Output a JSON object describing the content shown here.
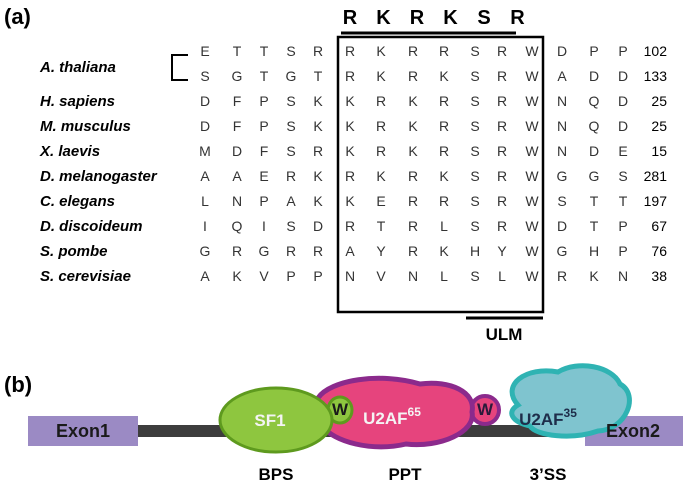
{
  "panel_a": {
    "label": "(a)",
    "motif": [
      "R",
      "K",
      "R",
      "K",
      "S",
      "R"
    ],
    "ulm_label": "ULM",
    "rows": [
      {
        "species": "A. thaliana",
        "residues": [
          "E",
          "T",
          "T",
          "S",
          "R",
          "R",
          "K",
          "R",
          "R",
          "S",
          "R",
          "W",
          "D",
          "P",
          "P"
        ],
        "count": "102"
      },
      {
        "species": "",
        "residues": [
          "S",
          "G",
          "T",
          "G",
          "T",
          "R",
          "K",
          "R",
          "K",
          "S",
          "R",
          "W",
          "A",
          "D",
          "D"
        ],
        "count": "133"
      },
      {
        "species": "H. sapiens",
        "residues": [
          "D",
          "F",
          "P",
          "S",
          "K",
          "K",
          "R",
          "K",
          "R",
          "S",
          "R",
          "W",
          "N",
          "Q",
          "D"
        ],
        "count": "25"
      },
      {
        "species": "M. musculus",
        "residues": [
          "D",
          "F",
          "P",
          "S",
          "K",
          "K",
          "R",
          "K",
          "R",
          "S",
          "R",
          "W",
          "N",
          "Q",
          "D"
        ],
        "count": "25"
      },
      {
        "species": "X. laevis",
        "residues": [
          "M",
          "D",
          "F",
          "S",
          "R",
          "K",
          "R",
          "K",
          "R",
          "S",
          "R",
          "W",
          "N",
          "D",
          "E"
        ],
        "count": "15"
      },
      {
        "species": "D. melanogaster",
        "residues": [
          "A",
          "A",
          "E",
          "R",
          "K",
          "R",
          "K",
          "R",
          "K",
          "S",
          "R",
          "W",
          "G",
          "G",
          "S"
        ],
        "count": "281"
      },
      {
        "species": "C. elegans",
        "residues": [
          "L",
          "N",
          "P",
          "A",
          "K",
          "K",
          "E",
          "R",
          "R",
          "S",
          "R",
          "W",
          "S",
          "T",
          "T"
        ],
        "count": "197"
      },
      {
        "species": "D. discoideum",
        "residues": [
          "I",
          "Q",
          "I",
          "S",
          "D",
          "R",
          "T",
          "R",
          "L",
          "S",
          "R",
          "W",
          "D",
          "T",
          "P"
        ],
        "count": "67"
      },
      {
        "species": "S. pombe",
        "residues": [
          "G",
          "R",
          "G",
          "R",
          "R",
          "A",
          "Y",
          "R",
          "K",
          "H",
          "Y",
          "W",
          "G",
          "H",
          "P"
        ],
        "count": "76"
      },
      {
        "species": "S. cerevisiae",
        "residues": [
          "A",
          "K",
          "V",
          "P",
          "P",
          "N",
          "V",
          "N",
          "L",
          "S",
          "L",
          "W",
          "R",
          "K",
          "N"
        ],
        "count": "38"
      }
    ]
  },
  "panel_b": {
    "label": "(b)",
    "exon1": "Exon1",
    "exon2": "Exon2",
    "sf1": "SF1",
    "w": "W",
    "u2af65_base": "U2AF",
    "u2af65_sup": "65",
    "u2af35_base": "U2AF",
    "u2af35_sup": "35",
    "sites": [
      "BPS",
      "PPT",
      "3’SS"
    ],
    "colors": {
      "exon": "#9b8ac4",
      "intron": "#3d3d3d",
      "sf1_fill": "#8ec63f",
      "sf1_stroke": "#5e9a1e",
      "u2af65_fill": "#e6447d",
      "u2af65_stroke": "#8b2a8c",
      "u2af35_fill": "#7fc4cf",
      "u2af35_stroke": "#2fb3b3"
    }
  }
}
